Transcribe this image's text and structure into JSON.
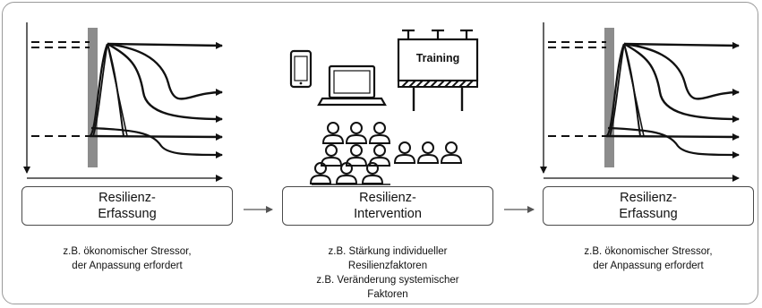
{
  "stages": [
    {
      "box_lines": [
        "Resilienz-",
        "Erfassung"
      ],
      "caption_lines": [
        "z.B. ökonomischer Stressor,",
        "der Anpassung erfordert"
      ]
    },
    {
      "box_lines": [
        "Resilienz-",
        "Intervention"
      ],
      "caption_lines": [
        "z.B. Stärkung individueller",
        "Resilienzfaktoren",
        "z.B. Veränderung systemischer",
        "Faktoren"
      ]
    },
    {
      "box_lines": [
        "Resilienz-",
        "Erfassung"
      ],
      "caption_lines": [
        "z.B. ökonomischer Stressor,",
        "der Anpassung erfordert"
      ]
    }
  ],
  "billboard": {
    "label": "Training"
  },
  "colors": {
    "stroke": "#111111",
    "stress_band": "#8c8c8c",
    "frame": "#9a9a9a"
  },
  "icons": [
    "smartphone-icon",
    "laptop-icon",
    "billboard-icon",
    "people-group-icon"
  ]
}
